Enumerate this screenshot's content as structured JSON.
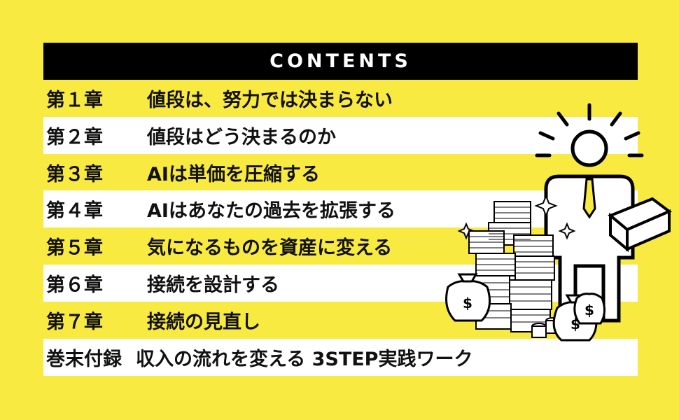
{
  "header": {
    "title": "CONTENTS"
  },
  "chapters": [
    {
      "num": "第１章",
      "title": "値段は、努力では決まらない"
    },
    {
      "num": "第２章",
      "title": "値段はどう決まるのか"
    },
    {
      "num": "第３章",
      "title": "AIは単価を圧縮する"
    },
    {
      "num": "第４章",
      "title": "AIはあなたの過去を拡張する"
    },
    {
      "num": "第５章",
      "title": "気になるものを資産に変える"
    },
    {
      "num": "第６章",
      "title": "接続を設計する"
    },
    {
      "num": "第７章",
      "title": "接続の見直し"
    }
  ],
  "appendix": {
    "num": "巻末付録",
    "title": "収入の流れを変える 3STEP実践ワーク"
  },
  "colors": {
    "background": "#f9ea41",
    "header_bg": "#000000",
    "row_white": "#ffffff",
    "text": "#111111"
  },
  "illustration": {
    "icon": "businessman-with-money-stacks-icon"
  }
}
